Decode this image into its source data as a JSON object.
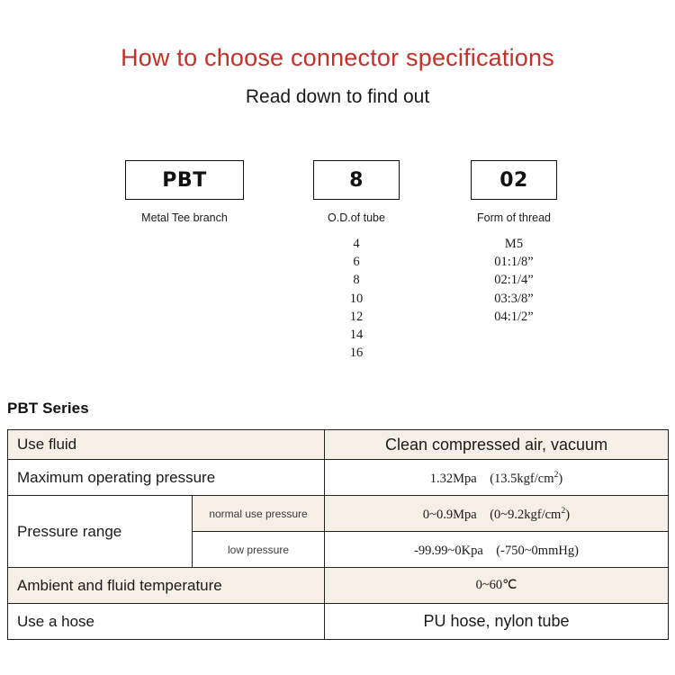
{
  "header": {
    "title": "How to choose connector specifications",
    "subtitle": "Read down to find out",
    "title_color": "#c0322b"
  },
  "code_breakdown": {
    "columns": [
      {
        "code": "PBT",
        "caption": "Metal Tee branch",
        "options": []
      },
      {
        "code": "8",
        "caption": "O.D.of tube",
        "options": [
          "4",
          "6",
          "8",
          "10",
          "12",
          "14",
          "16"
        ]
      },
      {
        "code": "02",
        "caption": "Form of thread",
        "options": [
          "M5",
          "01:1/8”",
          "02:1/4”",
          "03:3/8”",
          "04:1/2”"
        ]
      }
    ]
  },
  "spec": {
    "series_label": "PBT Series",
    "row_bg_beige": "#f6efe5",
    "rows": [
      {
        "label": "Use fluid",
        "sublabel": null,
        "value": "Clean compressed air, vacuum",
        "bg": "beige"
      },
      {
        "label": "Maximum operating pressure",
        "sublabel": null,
        "value_prefix": "1.32Mpa　(13.5kgf/cm",
        "value_sup": "2",
        "value_suffix": ")",
        "bg": "white"
      },
      {
        "label": "Pressure range",
        "sublabel": "normal use pressure",
        "value_prefix": "0~0.9Mpa　(0~9.2kgf/cm",
        "value_sup": "2",
        "value_suffix": ")",
        "bg": "beige"
      },
      {
        "label": "",
        "sublabel": "low pressure",
        "value": "-99.99~0Kpa　(-750~0mmHg)",
        "bg": "white"
      },
      {
        "label": "Ambient and fluid temperature",
        "sublabel": null,
        "value": "0~60℃",
        "bg": "beige"
      },
      {
        "label": "Use a hose",
        "sublabel": null,
        "value": "PU hose, nylon tube",
        "bg": "white"
      }
    ]
  }
}
